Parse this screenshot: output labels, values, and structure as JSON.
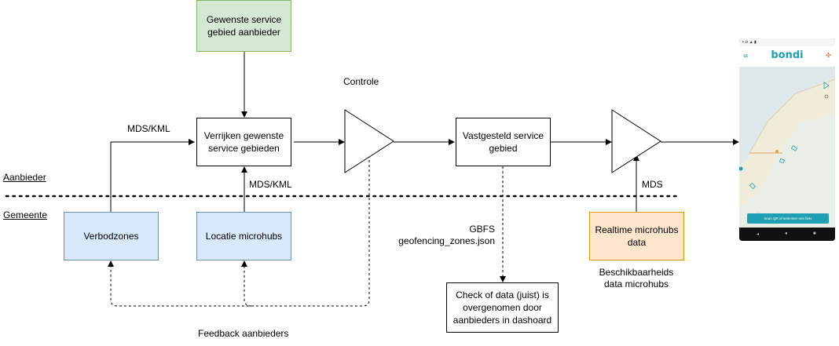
{
  "boxes": {
    "gewenste": "Gewenste service gebied aanbieder",
    "verrijken": "Verrijken gewenste service gebieden",
    "vastgesteld": "Vastgesteld service gebied",
    "verbodzones": "Verbodzones",
    "locatie": "Locatie microhubs",
    "realtime": "Realtime microhubs data",
    "check": "Check of data (juist) is overgenomen door aanbieders in dashoard"
  },
  "labels": {
    "controle": "Controle",
    "mds_kml_top": "MDS/KML",
    "mds_kml_mid": "MDS/KML",
    "mds": "MDS",
    "aanbieder": "Aanbieder",
    "gemeente": "Gemeente",
    "gbfs_line1": "GBFS",
    "gbfs_line2": "geofencing_zones.json",
    "beschik_line1": "Beschikbaarheids",
    "beschik_line2": "data microhubs",
    "feedback": "Feedback aanbieders"
  },
  "phone": {
    "brand": "bondi",
    "scan_label": "Scan QR of selecteer een fiets",
    "colors": {
      "accent": "#1fa0b4",
      "menu": "#e35b2c"
    }
  },
  "colors": {
    "green_fill": "#d5e8d4",
    "green_stroke": "#82b366",
    "blue_fill": "#dae8fc",
    "blue_stroke": "#6c8ebf",
    "orange_fill": "#ffe6cc",
    "orange_stroke": "#d79b00"
  }
}
